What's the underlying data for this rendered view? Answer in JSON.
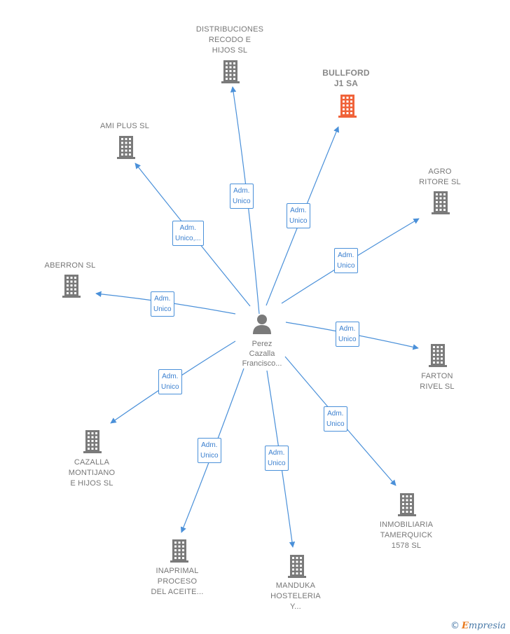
{
  "center": {
    "name": "Perez\nCazalla\nFrancisco..."
  },
  "colors": {
    "edge": "#4a90d9",
    "building": "#7a7a7a",
    "highlight": "#f0633a"
  },
  "companies": [
    {
      "id": "distribuciones",
      "name": "DISTRIBUCIONES\nRECODO E\nHIJOS SL",
      "highlight": false
    },
    {
      "id": "bullford",
      "name": "BULLFORD\nJ1 SA",
      "highlight": true
    },
    {
      "id": "amiplus",
      "name": "AMI PLUS SL",
      "highlight": false
    },
    {
      "id": "agro",
      "name": "AGRO\nRITORE SL",
      "highlight": false
    },
    {
      "id": "aberron",
      "name": "ABERRON SL",
      "highlight": false
    },
    {
      "id": "farton",
      "name": "FARTON\nRIVEL  SL",
      "highlight": false
    },
    {
      "id": "cazalla",
      "name": "CAZALLA\nMONTIJANO\nE HIJOS SL",
      "highlight": false
    },
    {
      "id": "inmobiliaria",
      "name": "INMOBILIARIA\nTAMERQUICK\n1578  SL",
      "highlight": false
    },
    {
      "id": "inaprimal",
      "name": "INAPRIMAL\nPROCESO\nDEL ACEITE...",
      "highlight": false
    },
    {
      "id": "manduka",
      "name": "MANDUKA\nHOSTELERIA\nY...",
      "highlight": false
    }
  ],
  "edges": [
    {
      "to": "distribuciones",
      "label": "Adm.\nUnico"
    },
    {
      "to": "bullford",
      "label": "Adm.\nUnico"
    },
    {
      "to": "amiplus",
      "label": "Adm.\nUnico,..."
    },
    {
      "to": "agro",
      "label": "Adm.\nUnico"
    },
    {
      "to": "aberron",
      "label": "Adm.\nUnico"
    },
    {
      "to": "farton",
      "label": "Adm.\nUnico"
    },
    {
      "to": "cazalla",
      "label": "Adm.\nUnico"
    },
    {
      "to": "inmobiliaria",
      "label": "Adm.\nUnico"
    },
    {
      "to": "inaprimal",
      "label": "Adm.\nUnico"
    },
    {
      "to": "manduka",
      "label": "Adm.\nUnico"
    }
  ],
  "footer": {
    "copyright": "©",
    "brand_initial": "E",
    "brand_rest": "mpresia"
  }
}
